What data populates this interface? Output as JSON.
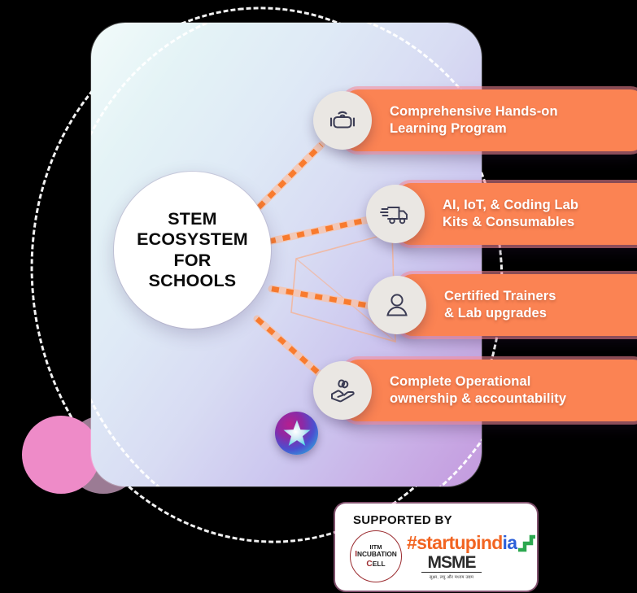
{
  "center": {
    "lines": [
      "STEM",
      "ECOSYSTEM",
      "FOR",
      "SCHOOLS"
    ],
    "text": "STEM ECOSYSTEM FOR SCHOOLS"
  },
  "features": [
    {
      "icon": "vr-headset-icon",
      "line1": "Comprehensive Hands-on",
      "line2": "Learning Program"
    },
    {
      "icon": "delivery-truck-icon",
      "line1": "AI, IoT, & Coding Lab",
      "line2": "Kits & Consumables"
    },
    {
      "icon": "user-person-icon",
      "line1": "Certified  Trainers",
      "line2": "& Lab upgrades"
    },
    {
      "icon": "hand-leaf-icon",
      "line1": "Complete Operational",
      "line2": "ownership & accountability"
    }
  ],
  "badge": {
    "star_icon": "star-sparkle-icon"
  },
  "supported": {
    "title": "SUPPORTED BY",
    "iitm": {
      "line1": "IITM",
      "line2_cap": "I",
      "line2_rest": "NCUBATION",
      "line3_cap": "C",
      "line3_rest": "ELL"
    },
    "startupindia": {
      "part1": "#startup",
      "part2": "ind",
      "part3": "i",
      "part4": "a"
    },
    "msme": {
      "mark": "MSME",
      "sub": "सूक्ष्म, लघु और मध्यम उद्यम"
    }
  },
  "colors": {
    "card_orange": "#FB8353",
    "card_glow": "#F98B9B",
    "icon_bg": "#EAE7E3",
    "pink_circle": "#EE8BC8",
    "startupindia_orange": "#F26522",
    "startupindia_blue": "#2B5FD9",
    "startupindia_green": "#2CA84F",
    "iitm_red": "#9B2C30",
    "panel_gradient_start": "#F2FBFA",
    "panel_gradient_end": "#C49ADE",
    "connector_dash": "#F97B2E"
  }
}
